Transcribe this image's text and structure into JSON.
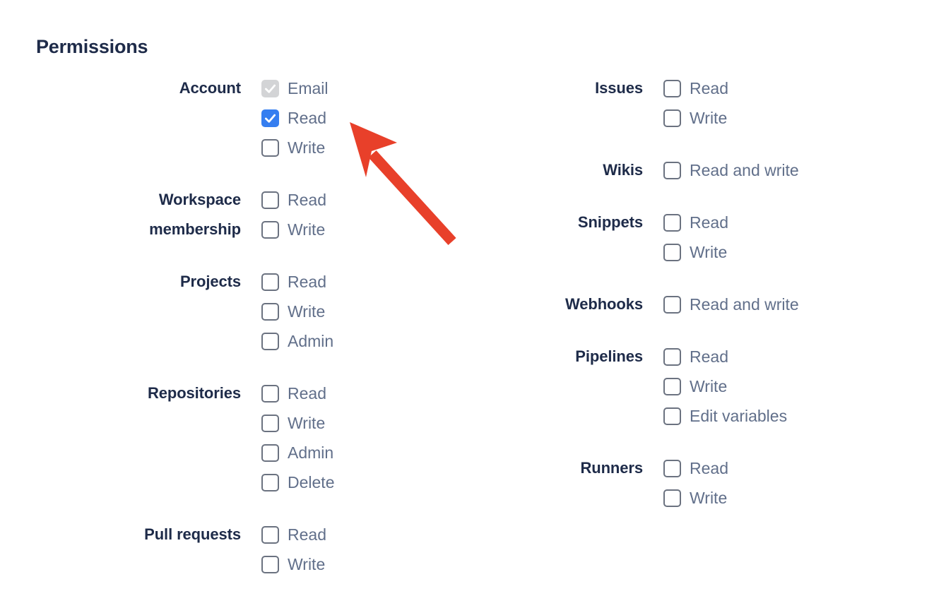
{
  "page": {
    "title": "Permissions",
    "background_color": "#ffffff",
    "title_color": "#1e2b49",
    "label_color": "#1e2b49",
    "option_text_color": "#616f8a",
    "checkbox_checked_color": "#357ef0",
    "checkbox_disabled_color": "#d3d4d6",
    "checkbox_border_color": "#6b7280",
    "annotation_arrow_color": "#e8402a"
  },
  "columns": {
    "left": [
      {
        "label": "Account",
        "options": [
          {
            "label": "Email",
            "state": "disabled-checked"
          },
          {
            "label": "Read",
            "state": "checked"
          },
          {
            "label": "Write",
            "state": "unchecked"
          }
        ]
      },
      {
        "label": "Workspace\nmembership",
        "options": [
          {
            "label": "Read",
            "state": "unchecked"
          },
          {
            "label": "Write",
            "state": "unchecked"
          }
        ]
      },
      {
        "label": "Projects",
        "options": [
          {
            "label": "Read",
            "state": "unchecked"
          },
          {
            "label": "Write",
            "state": "unchecked"
          },
          {
            "label": "Admin",
            "state": "unchecked"
          }
        ]
      },
      {
        "label": "Repositories",
        "options": [
          {
            "label": "Read",
            "state": "unchecked"
          },
          {
            "label": "Write",
            "state": "unchecked"
          },
          {
            "label": "Admin",
            "state": "unchecked"
          },
          {
            "label": "Delete",
            "state": "unchecked"
          }
        ]
      },
      {
        "label": "Pull requests",
        "options": [
          {
            "label": "Read",
            "state": "unchecked"
          },
          {
            "label": "Write",
            "state": "unchecked"
          }
        ]
      }
    ],
    "right": [
      {
        "label": "Issues",
        "options": [
          {
            "label": "Read",
            "state": "unchecked"
          },
          {
            "label": "Write",
            "state": "unchecked"
          }
        ]
      },
      {
        "label": "Wikis",
        "options": [
          {
            "label": "Read and write",
            "state": "unchecked"
          }
        ]
      },
      {
        "label": "Snippets",
        "options": [
          {
            "label": "Read",
            "state": "unchecked"
          },
          {
            "label": "Write",
            "state": "unchecked"
          }
        ]
      },
      {
        "label": "Webhooks",
        "options": [
          {
            "label": "Read and write",
            "state": "unchecked"
          }
        ]
      },
      {
        "label": "Pipelines",
        "options": [
          {
            "label": "Read",
            "state": "unchecked"
          },
          {
            "label": "Write",
            "state": "unchecked"
          },
          {
            "label": "Edit variables",
            "state": "unchecked"
          }
        ]
      },
      {
        "label": "Runners",
        "options": [
          {
            "label": "Read",
            "state": "unchecked"
          },
          {
            "label": "Write",
            "state": "unchecked"
          }
        ]
      }
    ]
  },
  "annotation": {
    "type": "arrow",
    "name": "red-arrow-annotation",
    "points_at": "Account Read checkbox",
    "color": "#e8402a"
  }
}
